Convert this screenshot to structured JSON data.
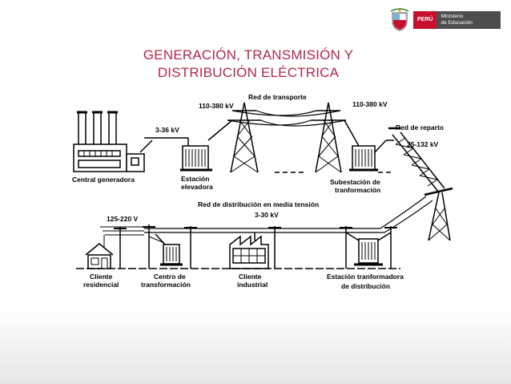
{
  "header": {
    "country": "PERÚ",
    "ministry_line1": "Ministerio",
    "ministry_line2": "de Educación",
    "shield_icon": "coat-of-arms-icon"
  },
  "title": {
    "line1": "GENERACIÓN, TRANSMISIÓN Y",
    "line2": "DISTRIBUCIÓN ELÉCTRICA",
    "color": "#b0284a"
  },
  "diagram": {
    "labels": {
      "red_transporte": "Red de transporte",
      "v_110_left": "110-380 kV",
      "v_110_right": "110-380 kV",
      "v_3_36": "3-36 kV",
      "red_reparto": "Red de reparto",
      "v_25_132": "25-132 kV",
      "central": "Central generadora",
      "estacion_l1": "Estación",
      "estacion_l2": "elevadora",
      "subestacion_l1": "Subestación de",
      "subestacion_l2": "tranformación",
      "red_media": "Red de distribución en media tensión",
      "v_3_30": "3-30 kV",
      "v_125_220": "125-220 V",
      "cliente_res_l1": "Cliente",
      "cliente_res_l2": "residencial",
      "centro_l1": "Centro de",
      "centro_l2": "transformación",
      "cliente_ind_l1": "Cliente",
      "cliente_ind_l2": "industrial",
      "estacion_dist_l1": "Estación tranformadora",
      "estacion_dist_l2": "de distribución"
    }
  }
}
